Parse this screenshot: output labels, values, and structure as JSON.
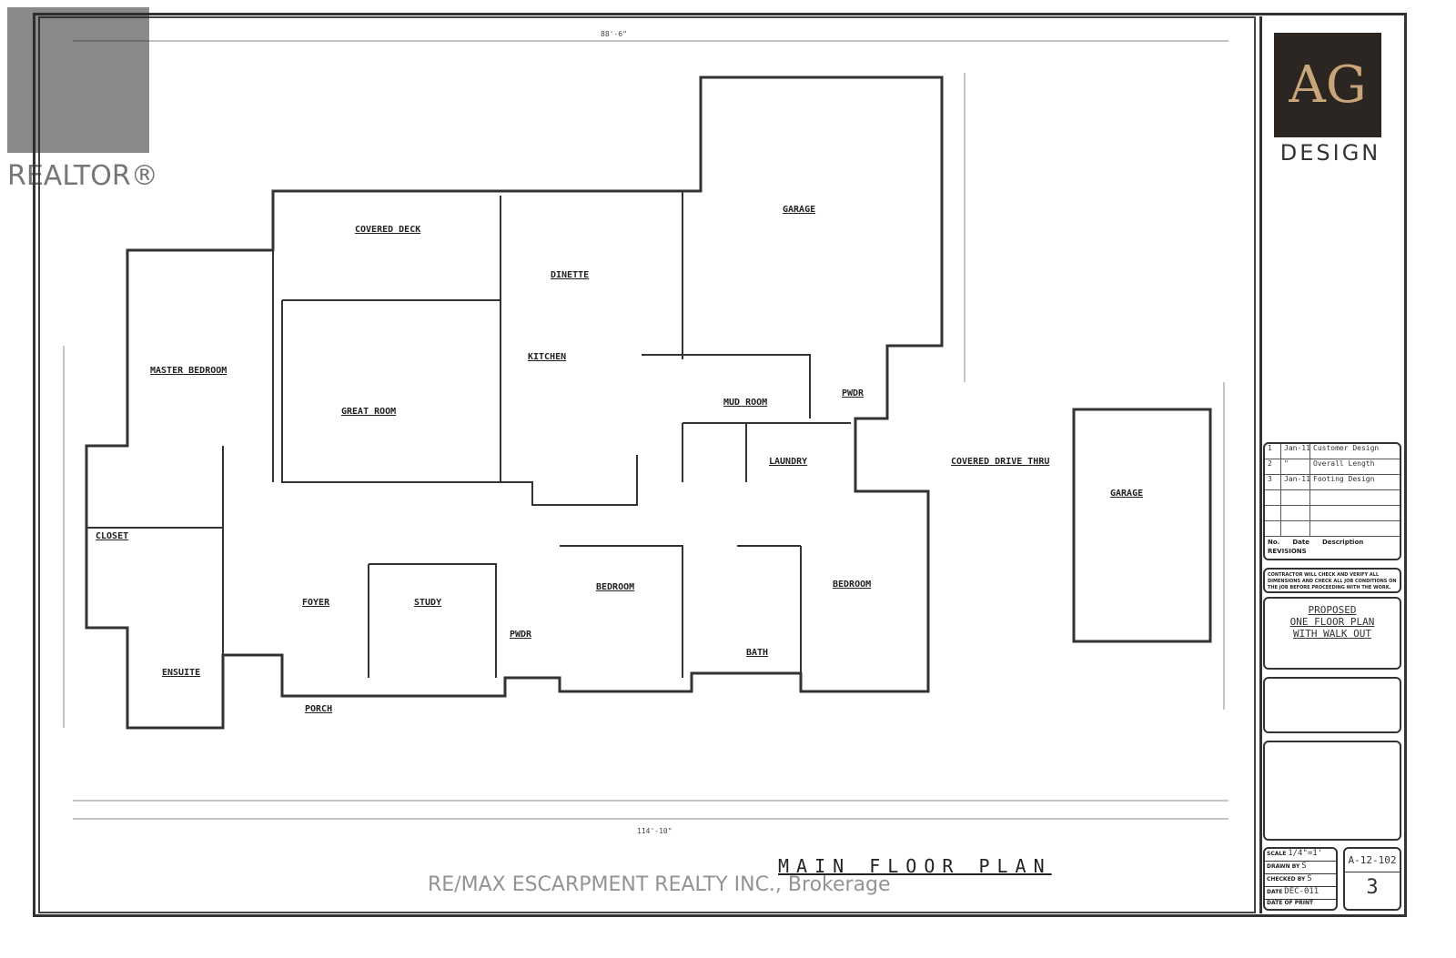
{
  "watermarks": {
    "realtor": "REALTOR®",
    "brokerage": "RE/MAX ESCARPMENT REALTY INC., Brokerage"
  },
  "logo": {
    "monogram": "AG",
    "text": "DESIGN",
    "bg_color": "#2b2622",
    "accent_color": "#c8a57a"
  },
  "drawing": {
    "title": "MAIN FLOOR PLAN",
    "overall_top_dim": "88'-6\"",
    "overall_bottom_dim": "114'-10\"",
    "rooms": {
      "covered_deck": "COVERED DECK",
      "dinette": "DINETTE",
      "garage_1": "GARAGE",
      "master_bedroom": "MASTER BEDROOM",
      "great_room": "GREAT ROOM",
      "kitchen": "KITCHEN",
      "mud_room": "MUD ROOM",
      "powder_1": "PWDR",
      "laundry": "LAUNDRY",
      "covered_drive": "COVERED DRIVE THRU",
      "garage_2": "GARAGE",
      "closet": "CLOSET",
      "ensuite": "ENSUITE",
      "foyer": "FOYER",
      "study": "STUDY",
      "bedroom_1": "BEDROOM",
      "bedroom_2": "BEDROOM",
      "bath": "BATH",
      "powder_2": "PWDR",
      "porch": "PORCH"
    }
  },
  "title_block": {
    "revisions": [
      {
        "no": "1",
        "date": "Jan-11",
        "desc": "Customer Design"
      },
      {
        "no": "2",
        "date": "\"",
        "desc": "Overall Length"
      },
      {
        "no": "3",
        "date": "Jan-11",
        "desc": "Footing Design"
      }
    ],
    "rev_headers": {
      "no": "No.",
      "date": "Date",
      "desc": "Description",
      "label": "REVISIONS"
    },
    "contractor_note": "CONTRACTOR WILL CHECK AND VERIFY ALL DIMENSIONS AND CHECK ALL JOB CONDITIONS ON THE JOB BEFORE PROCEEDING WITH THE WORK.",
    "project": [
      "PROPOSED",
      "ONE FLOOR PLAN",
      "WITH WALK OUT"
    ],
    "scale_label": "SCALE",
    "scale": "1/4\"=1'",
    "drawn_label": "DRAWN BY",
    "drawn": "S",
    "checked_label": "CHECKED BY",
    "checked": "S",
    "date_label": "DATE",
    "date": "DEC-011",
    "print_label": "DATE OF PRINT",
    "drawing_no": "A-12-102",
    "sheet_no": "3"
  }
}
